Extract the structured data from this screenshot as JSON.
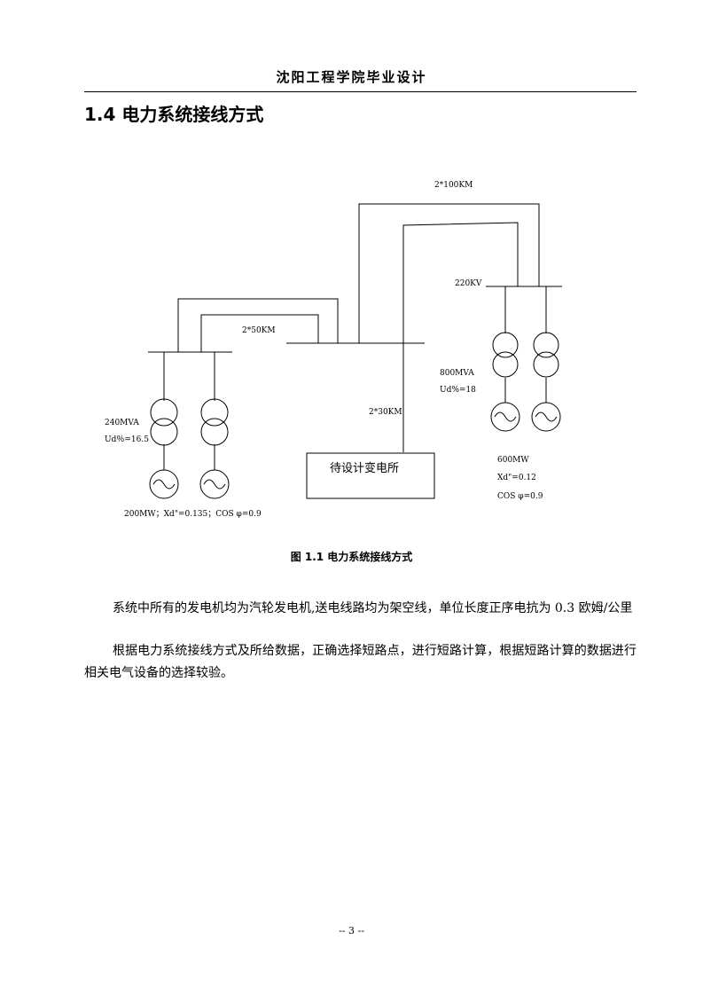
{
  "header": {
    "title": "沈阳工程学院毕业设计"
  },
  "section": {
    "heading": "1.4 电力系统接线方式"
  },
  "diagram": {
    "line_label_100": "2*100KM",
    "bus_label_220": "220KV",
    "line_label_50": "2*50KM",
    "transformer_right_rating": "800MVA",
    "transformer_right_ud": "Ud%=18",
    "line_label_30": "2*30KM",
    "transformer_left_rating": "240MVA",
    "transformer_left_ud": "Ud％=16.5",
    "substation_label": "待设计变电所",
    "generator_right_power": "600MW",
    "generator_right_xd": "Xd\"=0.12",
    "generator_right_cos": "COS φ=0.9",
    "generator_left_params": "200MW；Xd\"=0.135；COS φ=0.9"
  },
  "figure": {
    "caption": "图 1.1 电力系统接线方式"
  },
  "body": {
    "paragraph1": "系统中所有的发电机均为汽轮发电机,送电线路均为架空线，单位长度正序电抗为 0.3 欧姆/公里",
    "paragraph2": "根据电力系统接线方式及所给数据，正确选择短路点，进行短路计算，根据短路计算的数据进行相关电气设备的选择较验。"
  },
  "footer": {
    "page_number": "-- 3 --"
  }
}
